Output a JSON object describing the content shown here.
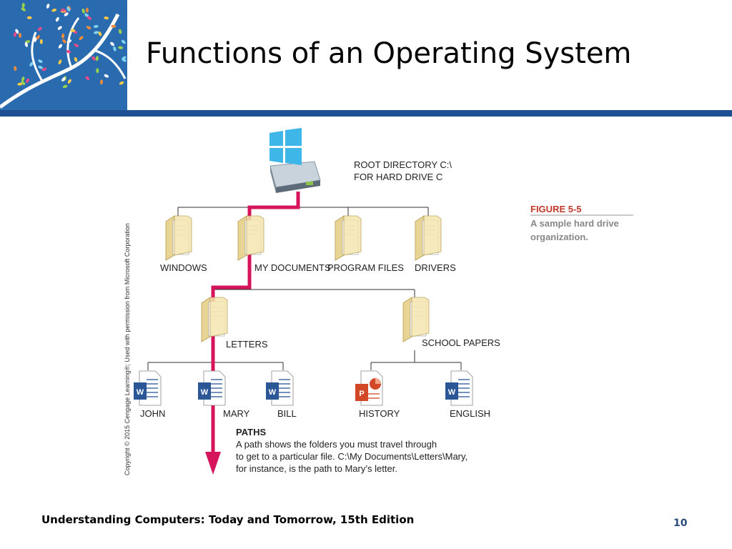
{
  "slide": {
    "title": "Functions of an Operating System",
    "footer": "Understanding Computers: Today and Tomorrow, 15th Edition",
    "page_number": "10"
  },
  "diagram": {
    "root_label_line1": "ROOT DIRECTORY C:\\",
    "root_label_line2": "FOR HARD DRIVE C",
    "folders": {
      "windows": "WINDOWS",
      "my_documents": "MY DOCUMENTS",
      "program_files": "PROGRAM FILES",
      "drivers": "DRIVERS",
      "letters": "LETTERS",
      "school_papers": "SCHOOL PAPERS"
    },
    "files": {
      "john": "JOHN",
      "mary": "MARY",
      "bill": "BILL",
      "history": "HISTORY",
      "english": "ENGLISH"
    },
    "paths_heading": "PATHS",
    "paths_text": [
      "A path shows the folders you must travel through",
      "to get to a particular file. C:\\My Documents\\Letters\\Mary,",
      "for instance, is the path to Mary’s letter."
    ],
    "copyright": "Copyright © 2015 Cengage Learning®; Used with permission from Microsoft Corporation"
  },
  "figure": {
    "number": "FIGURE 5-5",
    "caption_line1": "A sample hard drive",
    "caption_line2": "organization."
  },
  "colors": {
    "header_band": "#1d4f91",
    "path_arrow": "#d6145c",
    "figure_title": "#c0392b",
    "word_icon": "#2b5797",
    "powerpoint_icon": "#d24726",
    "windows_logo": "#3fb6e8"
  },
  "icons": {
    "logo": "tree-branch-leaves",
    "drive": "hard-drive-icon",
    "folder": "folder-icon",
    "word_doc": "word-document-icon",
    "ppt_doc": "powerpoint-document-icon"
  }
}
